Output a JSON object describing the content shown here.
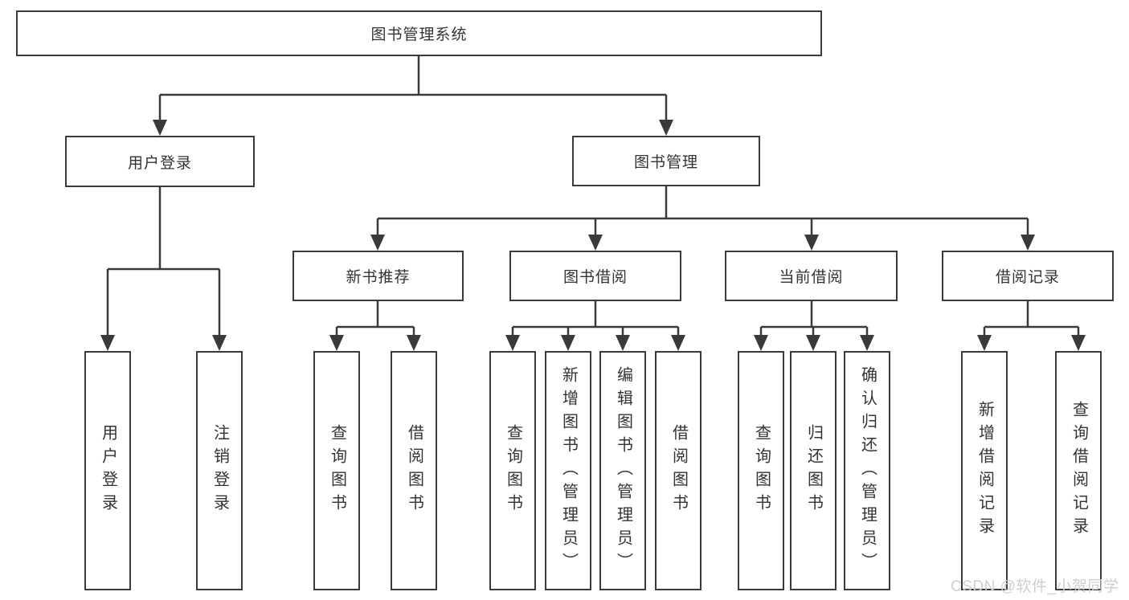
{
  "diagram": {
    "title": "图书管理系统",
    "root": {
      "label": "图书管理系统"
    },
    "level2": [
      {
        "label": "用户登录"
      },
      {
        "label": "图书管理"
      }
    ],
    "level3": [
      {
        "label": "新书推荐"
      },
      {
        "label": "图书借阅"
      },
      {
        "label": "当前借阅"
      },
      {
        "label": "借阅记录"
      }
    ],
    "leaves": {
      "login": [
        {
          "label": "用户登录"
        },
        {
          "label": "注销登录"
        }
      ],
      "recommend": [
        {
          "label": "查询图书"
        },
        {
          "label": "借阅图书"
        }
      ],
      "borrow": [
        {
          "label": "查询图书"
        },
        {
          "label": "新增图书（管理员）"
        },
        {
          "label": "编辑图书（管理员）"
        },
        {
          "label": "借阅图书"
        }
      ],
      "current": [
        {
          "label": "查询图书"
        },
        {
          "label": "归还图书"
        },
        {
          "label": "确认归还（管理员）"
        }
      ],
      "records": [
        {
          "label": "新增借阅记录"
        },
        {
          "label": "查询借阅记录"
        }
      ]
    }
  },
  "watermark": {
    "text": "CSDN @软件_小贺同学"
  },
  "colors": {
    "line": "#3a3a3a",
    "box_border": "#3a3a3a",
    "box_fill": "#ffffff",
    "text": "#333333",
    "watermark": "#cfcfcf",
    "background": "#ffffff"
  }
}
